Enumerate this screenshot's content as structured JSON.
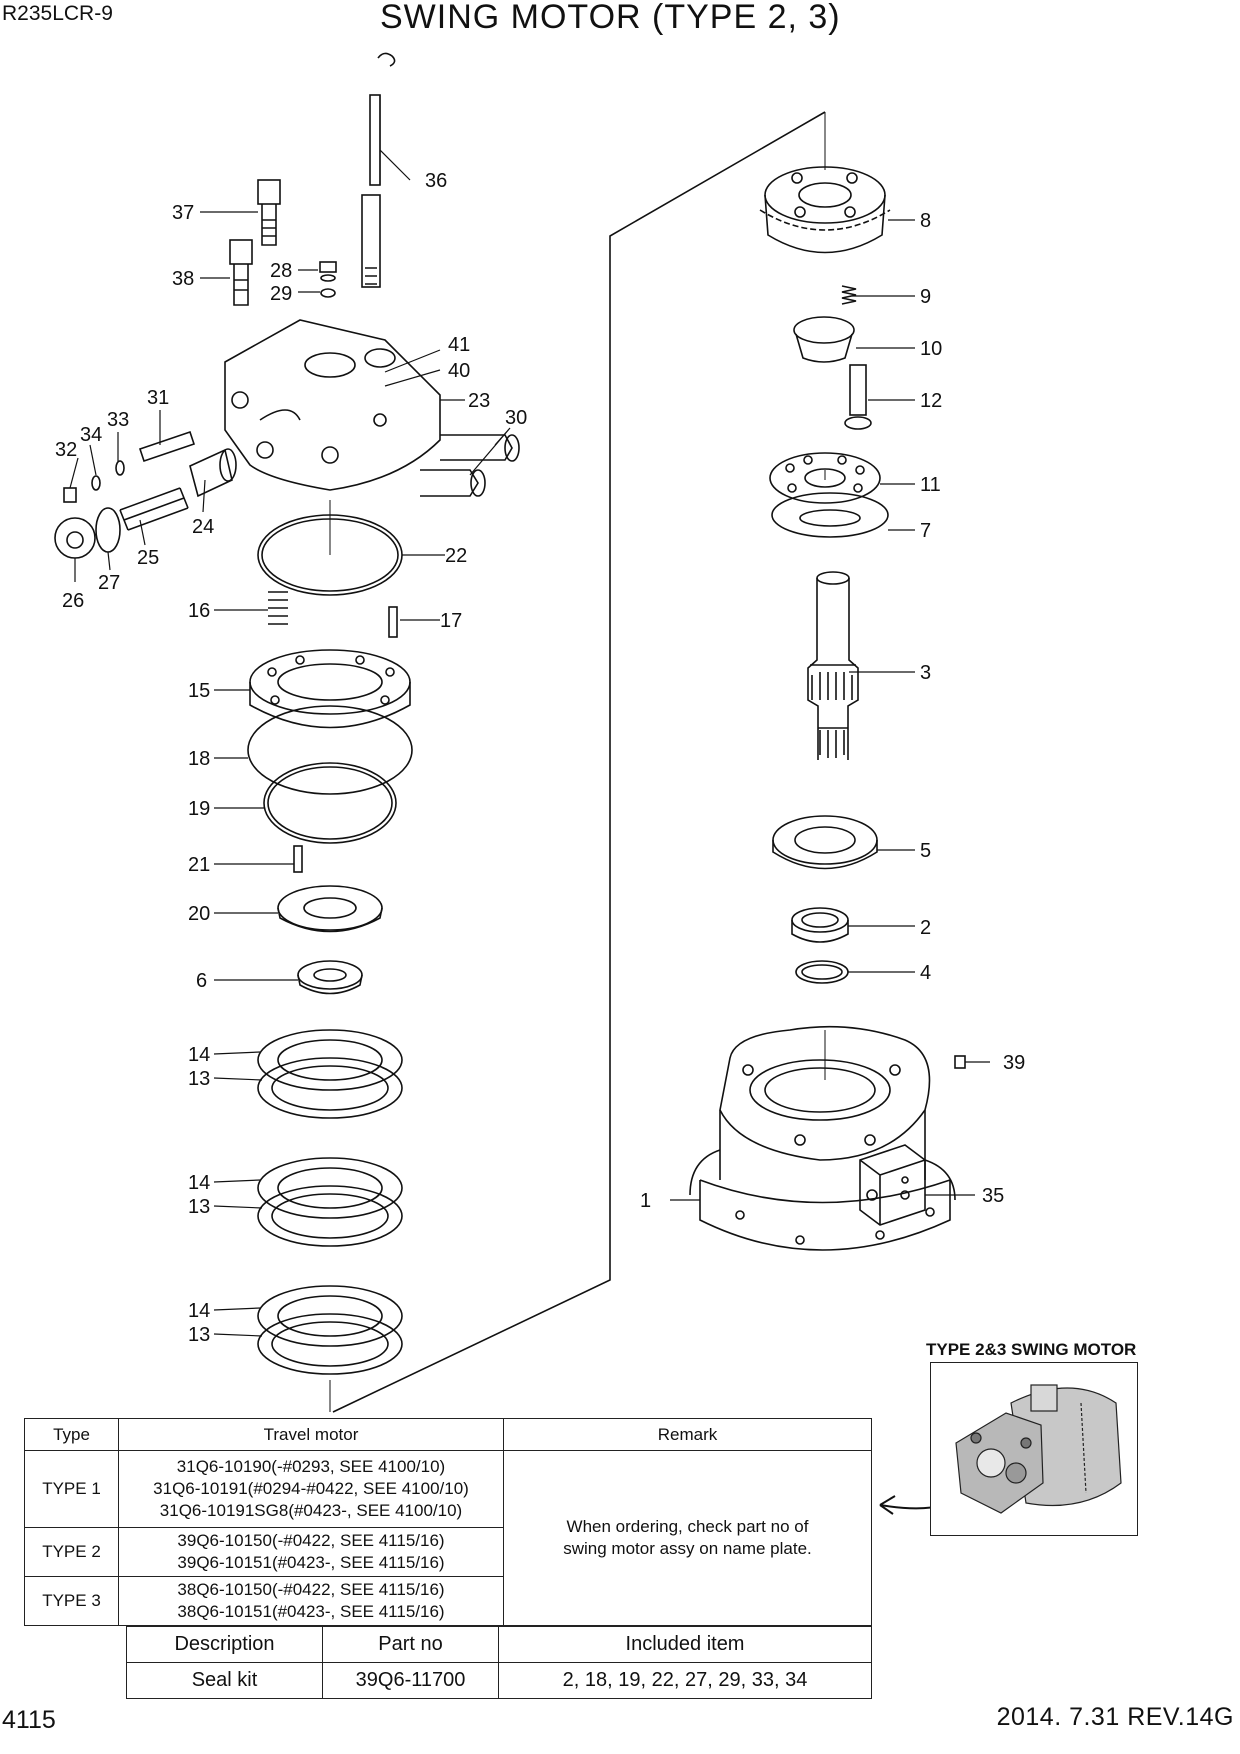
{
  "header": {
    "model": "R235LCR-9",
    "title": "SWING MOTOR (TYPE 2, 3)"
  },
  "footer": {
    "page": "4115",
    "date_rev": "2014. 7.31  REV.14G"
  },
  "callouts": {
    "c1": "1",
    "c2": "2",
    "c3": "3",
    "c4": "4",
    "c5": "5",
    "c6": "6",
    "c7": "7",
    "c8": "8",
    "c9": "9",
    "c10": "10",
    "c11": "11",
    "c12": "12",
    "c13": "13",
    "c14": "14",
    "c15": "15",
    "c16": "16",
    "c17": "17",
    "c18": "18",
    "c19": "19",
    "c20": "20",
    "c21": "21",
    "c22": "22",
    "c23": "23",
    "c24": "24",
    "c25": "25",
    "c26": "26",
    "c27": "27",
    "c28": "28",
    "c29": "29",
    "c30": "30",
    "c31": "31",
    "c32": "32",
    "c33": "33",
    "c34": "34",
    "c35": "35",
    "c36": "36",
    "c37": "37",
    "c38": "38",
    "c39": "39",
    "c40": "40",
    "c41": "41"
  },
  "inset": {
    "title": "TYPE 2&3 SWING MOTOR"
  },
  "type_table": {
    "headers": [
      "Type",
      "Travel motor",
      "Remark"
    ],
    "rows": [
      {
        "type": "TYPE 1",
        "motors": [
          "31Q6-10190(-#0293, SEE 4100/10)",
          "31Q6-10191(#0294-#0422, SEE 4100/10)",
          "31Q6-10191SG8(#0423-, SEE 4100/10)"
        ]
      },
      {
        "type": "TYPE 2",
        "motors": [
          "39Q6-10150(-#0422, SEE 4115/16)",
          "39Q6-10151(#0423-, SEE 4115/16)"
        ]
      },
      {
        "type": "TYPE 3",
        "motors": [
          "38Q6-10150(-#0422, SEE 4115/16)",
          "38Q6-10151(#0423-, SEE 4115/16)"
        ]
      }
    ],
    "remark": [
      "When ordering, check part no of",
      "swing motor assy on name plate."
    ]
  },
  "seal_table": {
    "headers": [
      "Description",
      "Part no",
      "Included item"
    ],
    "rows": [
      {
        "description": "Seal kit",
        "part_no": "39Q6-11700",
        "items": "2, 18, 19, 22, 27, 29, 33, 34"
      }
    ]
  },
  "colors": {
    "ink": "#111111",
    "paper": "#ffffff"
  }
}
